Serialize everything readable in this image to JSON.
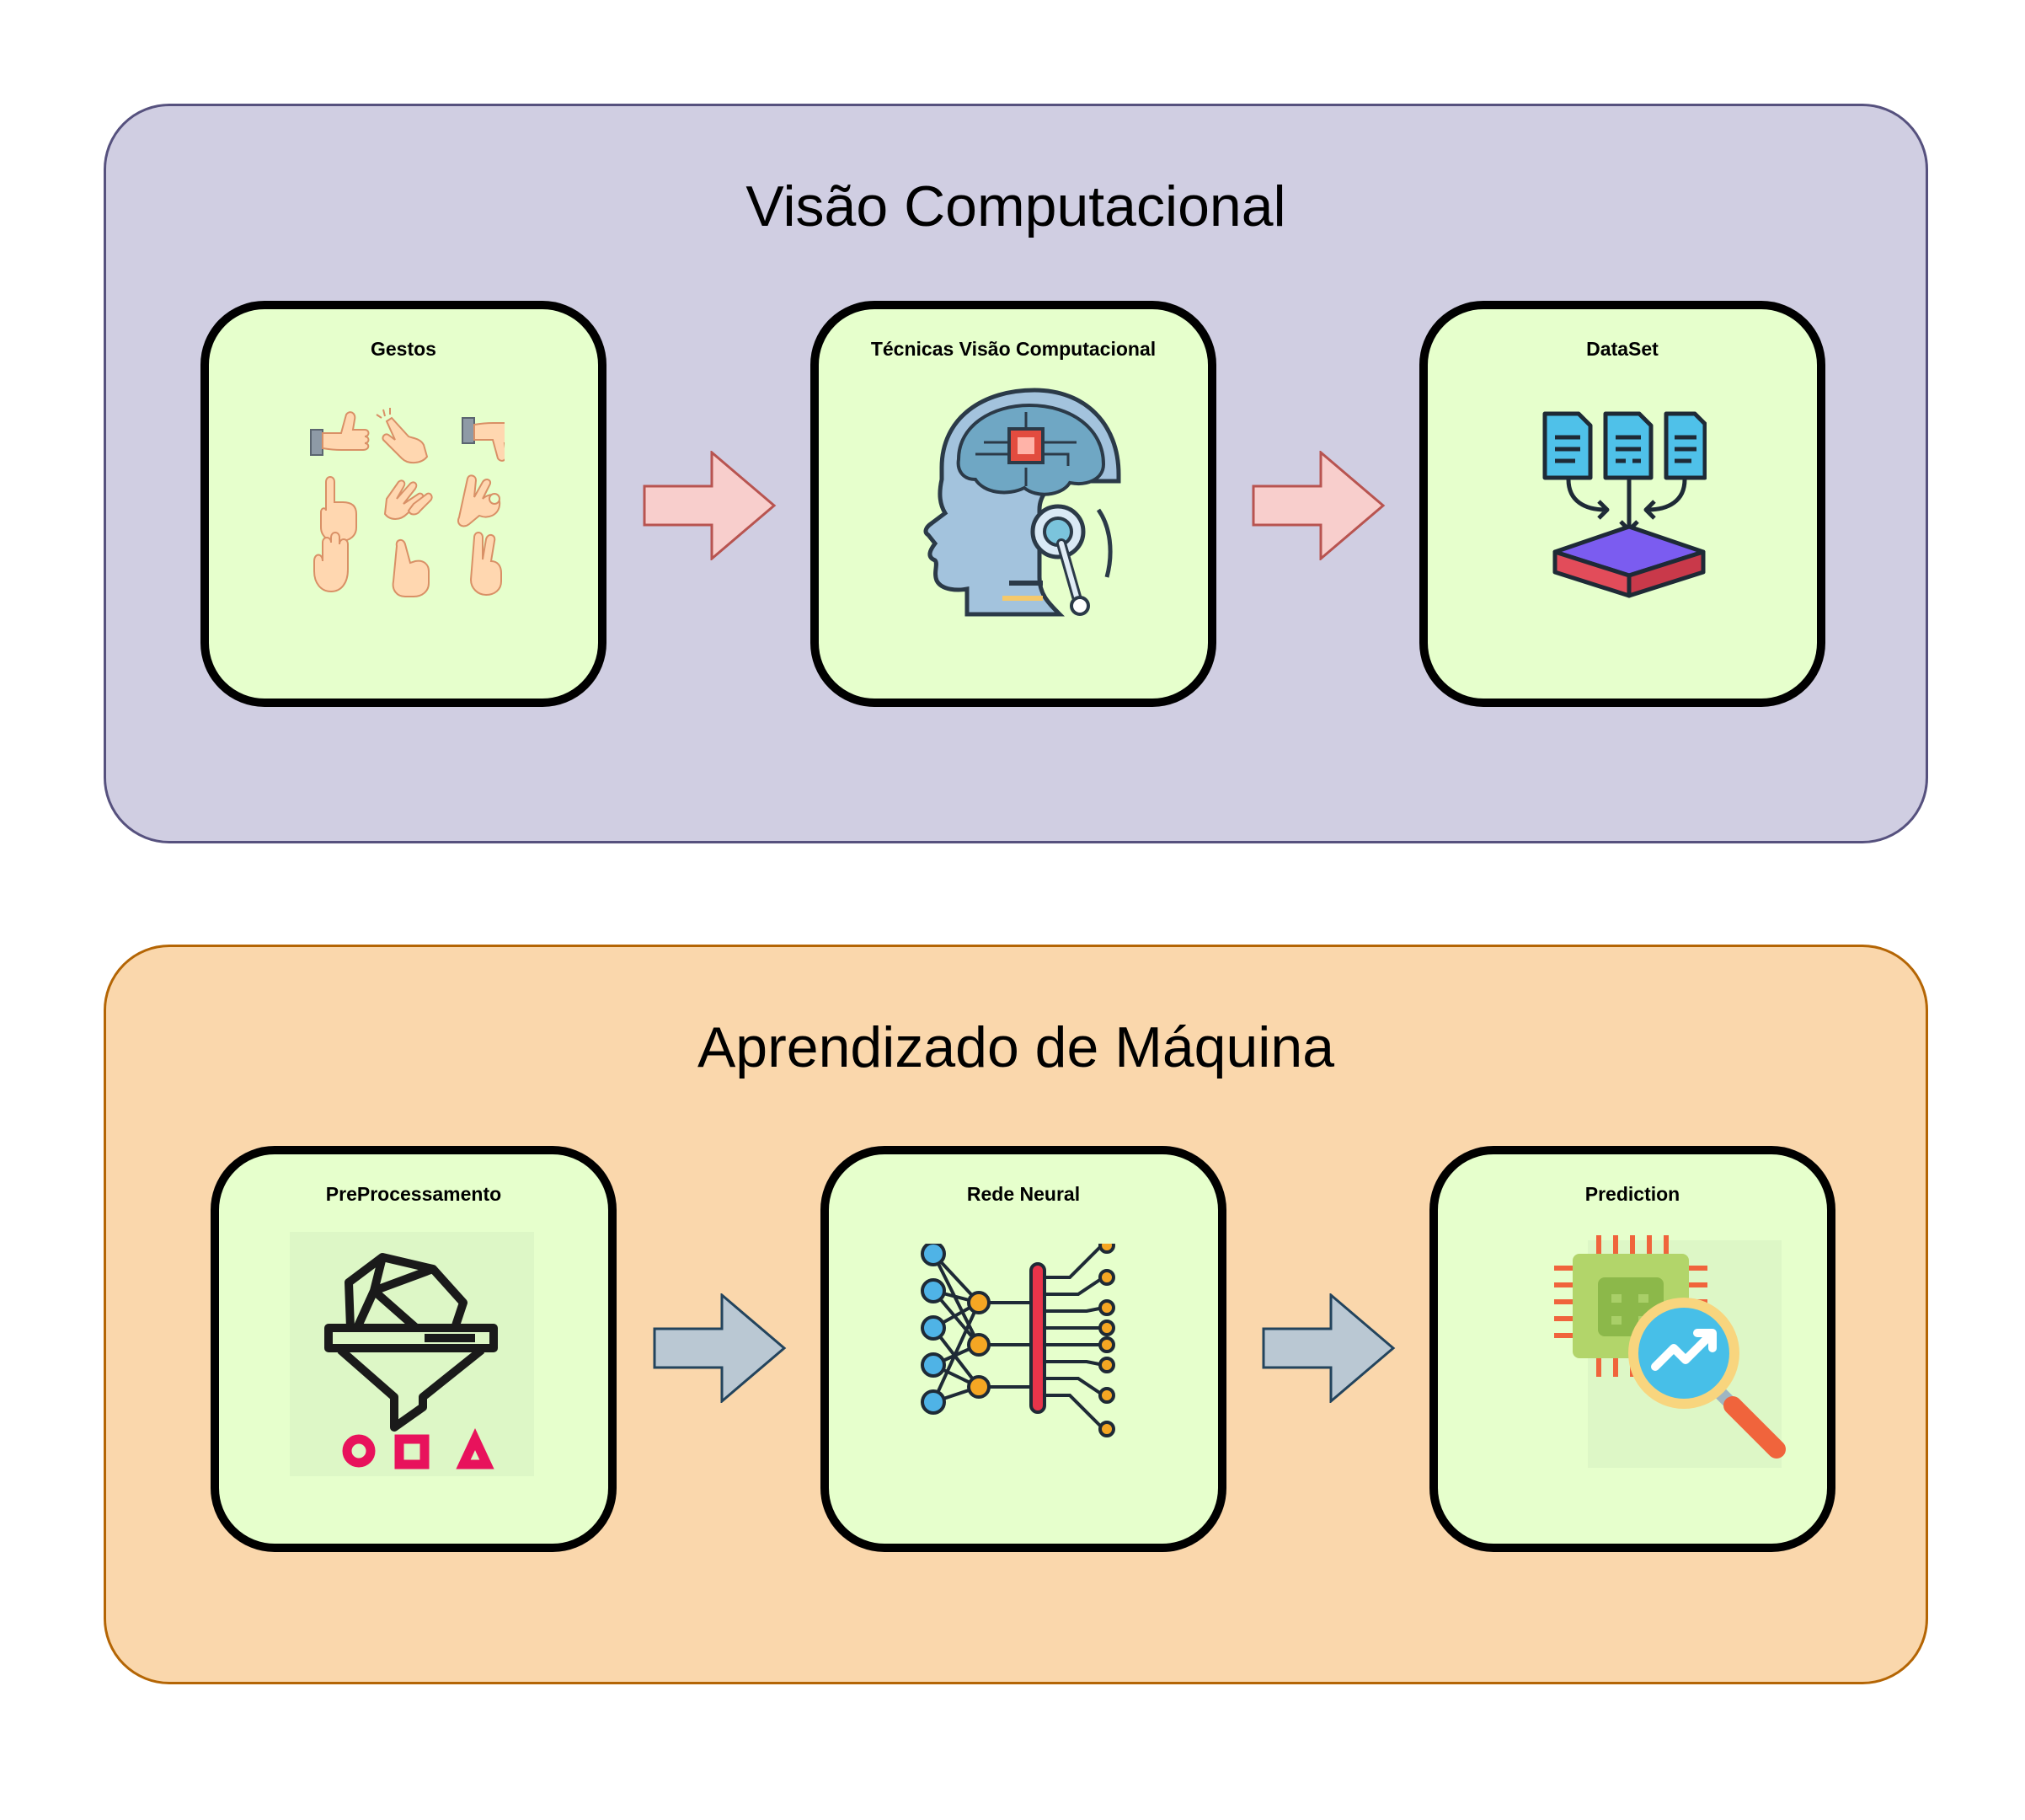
{
  "groups": [
    {
      "title": "Visão Computacional",
      "cards": [
        {
          "title": "Gestos",
          "icon": "hand-gestures-icon"
        },
        {
          "title": "Técnicas Visão Computacional",
          "icon": "ai-head-icon"
        },
        {
          "title": "DataSet",
          "icon": "dataset-icon"
        }
      ],
      "arrow_color": "#f8cecc"
    },
    {
      "title": "Aprendizado de Máquina",
      "cards": [
        {
          "title": "PreProcessamento",
          "icon": "funnel-filter-icon"
        },
        {
          "title": "Rede Neural",
          "icon": "neural-network-icon"
        },
        {
          "title": "Prediction",
          "icon": "chip-magnifier-icon"
        }
      ],
      "arrow_color": "#bac8d3"
    }
  ],
  "colors": {
    "group_1_fill": "#d0cee2",
    "group_2_fill": "#fad7ac",
    "card_fill": "#e6ffcc",
    "card_border": "#000000"
  }
}
